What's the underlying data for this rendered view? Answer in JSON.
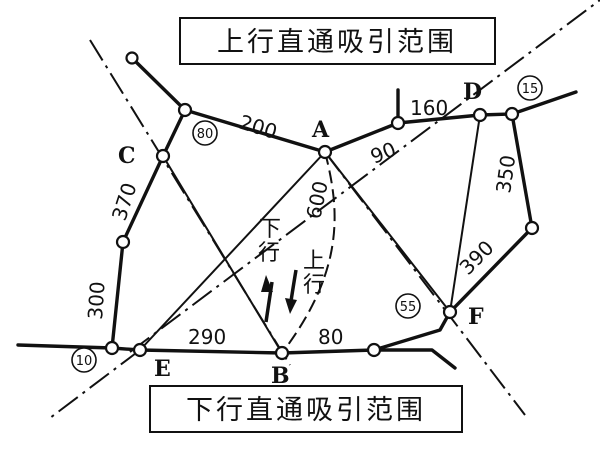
{
  "titles": {
    "top": "上行直通吸引范围",
    "bottom": "下行直通吸引范围"
  },
  "nodes": {
    "A": "A",
    "B": "B",
    "C": "C",
    "D": "D",
    "E": "E",
    "F": "F"
  },
  "distances": {
    "c_a": "200",
    "c_370": "370",
    "left_300": "300",
    "e_b": "290",
    "b_80": "80",
    "a_90": "90",
    "a_d": "160",
    "a_b": "600",
    "right_350": "350",
    "right_390": "390"
  },
  "circled": {
    "n80": "80",
    "n15": "15",
    "n55": "55",
    "n10": "10"
  },
  "directions": {
    "down": [
      "下",
      "行"
    ],
    "up": [
      "上",
      "行"
    ]
  }
}
